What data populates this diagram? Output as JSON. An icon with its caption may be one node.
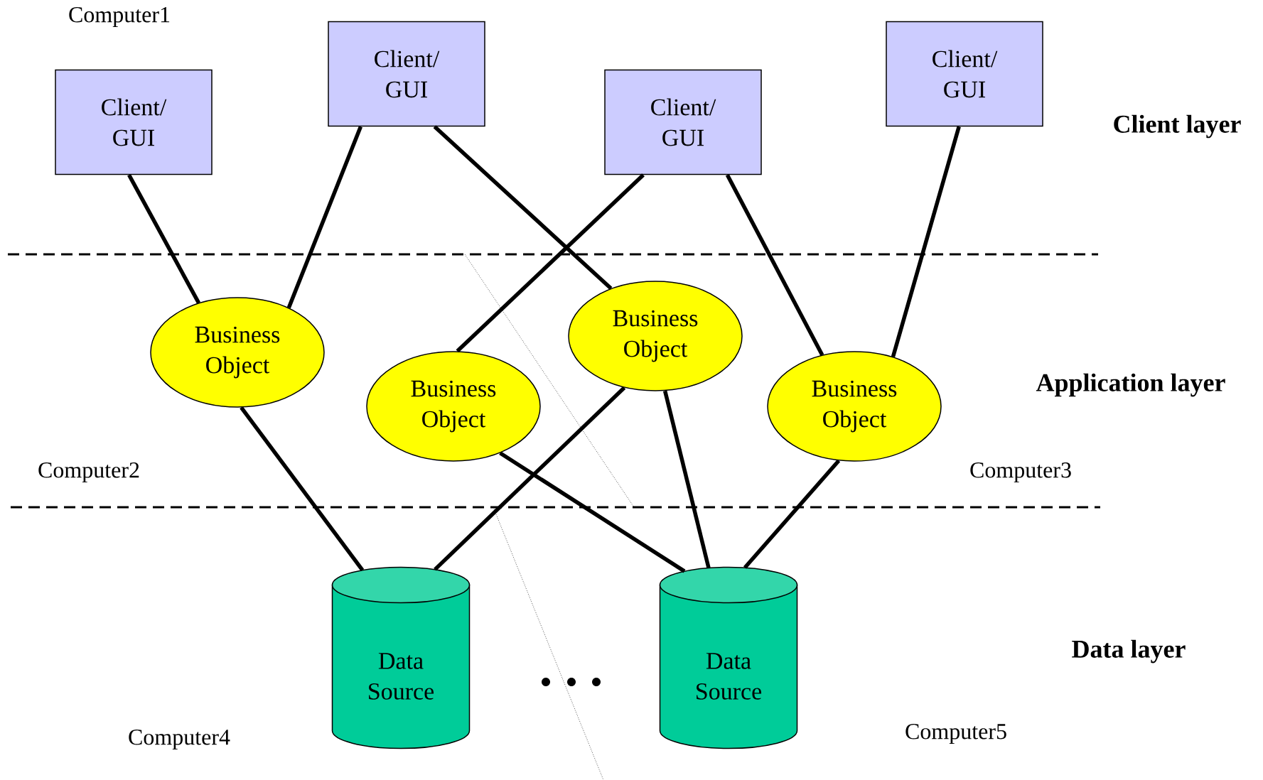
{
  "diagram": {
    "nodes": [
      {
        "text": [
          "Client/ GUI"
        ]
      },
      {
        "text": [
          "Client/ GUI"
        ]
      },
      {
        "text": [
          "Client/ GUI"
        ]
      },
      {
        "text": [
          "Client/ GUI"
        ]
      },
      {
        "text": [
          "Business Object"
        ]
      },
      {
        "text": [
          "Business Object"
        ]
      },
      {
        "text": [
          "Business Object"
        ]
      },
      {
        "text": [
          "Business Object"
        ]
      },
      {
        "text": [
          "Data Source"
        ]
      },
      {
        "text": [
          "Data Source"
        ]
      }
    ],
    "edges": [
      {
        "from": 0,
        "to": 4,
        "arrow": "none"
      },
      {
        "from": 1,
        "to": 4,
        "arrow": "none"
      },
      {
        "from": 1,
        "to": 6,
        "arrow": "none"
      },
      {
        "from": 2,
        "to": 5,
        "arrow": "none"
      },
      {
        "from": 2,
        "to": 7,
        "arrow": "none"
      },
      {
        "from": 3,
        "to": 7,
        "arrow": "none"
      },
      {
        "from": 4,
        "to": 8,
        "arrow": "none"
      },
      {
        "from": 5,
        "to": 9,
        "arrow": "none"
      },
      {
        "from": 6,
        "to": 8,
        "arrow": "none"
      },
      {
        "from": 6,
        "to": 9,
        "arrow": "none"
      },
      {
        "from": 7,
        "to": 9,
        "arrow": "none"
      }
    ],
    "labels": [
      "Computer1",
      "Client layer",
      "Application layer",
      "Computer2",
      "Computer3",
      "Data layer",
      "Computer5",
      "Computer4"
    ]
  }
}
